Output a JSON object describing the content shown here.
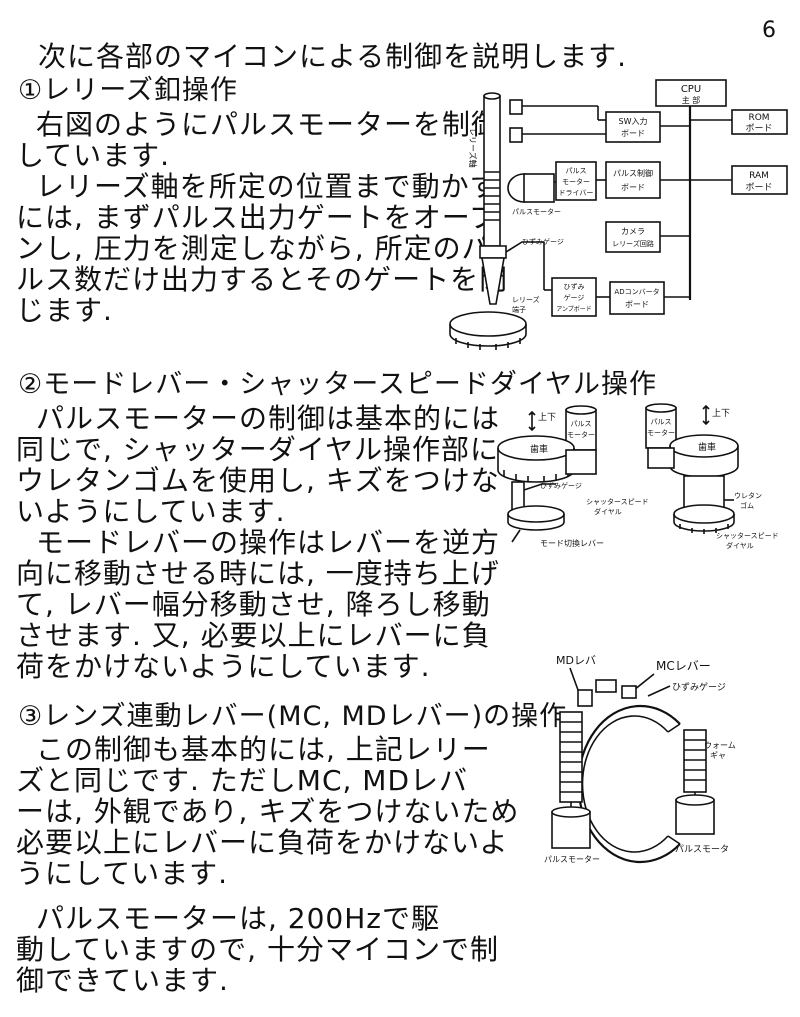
{
  "page_number": "6",
  "intro": "次に各部のマイコンによる制御を説明します.",
  "section1": {
    "heading": "①レリーズ釦操作",
    "lines": [
      "右図のようにパルスモーターを制御",
      "しています.",
      "レリーズ軸を所定の位置まで動かす",
      "には, まずパルス出力ゲートをオープ",
      "ンし, 圧力を測定しながら, 所定のパ",
      "ルス数だけ出力するとそのゲートを閉",
      "じます."
    ],
    "diagram": {
      "cpu": "CPU",
      "cpu_sub": "主 部",
      "sw_board_1": "SW入力",
      "sw_board_2": "ボード",
      "pulse_board_1": "パルス制御",
      "pulse_board_2": "ボード",
      "rom_1": "ROM",
      "rom_2": "ボード",
      "ram_1": "RAM",
      "ram_2": "ボード",
      "driver_1": "パルス",
      "driver_2": "モーター",
      "driver_3": "ドライバー",
      "camera_1": "カメラ",
      "camera_2": "レリーズ回路",
      "amp_1": "ひずみ",
      "amp_2": "ゲージ",
      "amp_3": "アンプボード",
      "ad_1": "ADコンバータ",
      "ad_2": "ボード",
      "release_shaft": "レリーズ軸",
      "pulse_motor": "パルスモーター",
      "strain_gauge": "ひずみゲージ",
      "release_terminal_1": "レリーズ",
      "release_terminal_2": "端子"
    }
  },
  "section2": {
    "heading": "②モードレバー・シャッタースピードダイヤル操作",
    "lines": [
      "パルスモーターの制御は基本的には",
      "同じで, シャッターダイヤル操作部に",
      "ウレタンゴムを使用し, キズをつけな",
      "いようにしています.",
      "モードレバーの操作はレバーを逆方",
      "向に移動させる時には, 一度持ち上げ",
      "て, レバー幅分移動させ, 降ろし移動",
      "させます. 又, 必要以上にレバーに負",
      "荷をかけないようにしています."
    ],
    "diagram": {
      "up_down_left": "上下",
      "up_down_right": "上下",
      "pulse_motor_left_1": "パルス",
      "pulse_motor_left_2": "モーター",
      "pulse_motor_right_1": "パルス",
      "pulse_motor_right_2": "モーター",
      "gear_left": "歯車",
      "gear_right": "歯車",
      "strain_gauge": "ひずみゲージ",
      "dial_left_1": "シャッタースピード",
      "dial_left_2": "ダイヤル",
      "mode_lever": "モード切換レバー",
      "urethane_1": "ウレタン",
      "urethane_2": "ゴム",
      "dial_right_1": "シャッタースピード",
      "dial_right_2": "ダイヤル"
    }
  },
  "section3": {
    "heading": "③レンズ連動レバー(MC, MDレバー)の操作",
    "lines": [
      "この制御も基本的には, 上記レリー",
      "ズと同じです. ただしMC, MDレバ",
      "ーは, 外観であり, キズをつけないため",
      "必要以上にレバーに負荷をかけないよ",
      "うにしています."
    ],
    "diagram": {
      "md_lever": "MDレバ",
      "mc_lever": "MCレバー",
      "strain_gauge": "ひずみゲージ",
      "worm_1": "ウォーム",
      "worm_2": "ギャ",
      "pulse_motor_left": "パルスモーター",
      "pulse_motor_right": "パルスモータ"
    }
  },
  "closing": {
    "lines": [
      "パルスモーターは, 200Hzで駆",
      "動していますので, 十分マイコンで制",
      "御できています."
    ]
  }
}
